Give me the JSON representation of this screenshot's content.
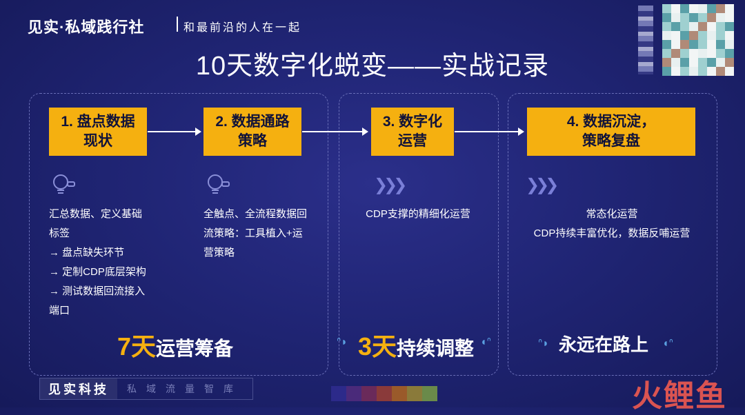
{
  "header": {
    "brand": "见实·私域践行社",
    "slogan": "和最前沿的人在一起"
  },
  "title": "10天数字化蜕变——实战记录",
  "steps": [
    {
      "label": "1. 盘点数据\n现状"
    },
    {
      "label": "2. 数据通路\n策略"
    },
    {
      "label": "3. 数字化\n运营"
    },
    {
      "label": "4. 数据沉淀，\n策略复盘"
    }
  ],
  "descriptions": {
    "step1": [
      "汇总数据、定义基础",
      "标签",
      "→ 盘点缺失环节",
      "→ 定制CDP底层架构",
      "→ 测试数据回流接入",
      "端口"
    ],
    "step2": [
      "全触点、全流程数据回",
      "流策略：工具植入+运",
      "营策略"
    ],
    "step3": [
      "CDP支撑的精细化运营"
    ],
    "step4": [
      "常态化运营",
      "CDP持续丰富优化，数据反哺运营"
    ]
  },
  "summaries": {
    "s1_num": "7天",
    "s1_text": "运营筹备",
    "s2_num": "3天",
    "s2_text": "持续调整",
    "s3_text": "永远在路上"
  },
  "footer": {
    "left": "见实科技",
    "right": "私域流量智库"
  },
  "watermark": "火鲤鱼",
  "colors": {
    "accent": "#f5b010",
    "background": "#202575",
    "swatches": [
      "#2c2a8a",
      "#4a2a7a",
      "#6a2a5a",
      "#8a3a3a",
      "#9a5a2a",
      "#8a7a3a",
      "#6a8a4a"
    ]
  }
}
